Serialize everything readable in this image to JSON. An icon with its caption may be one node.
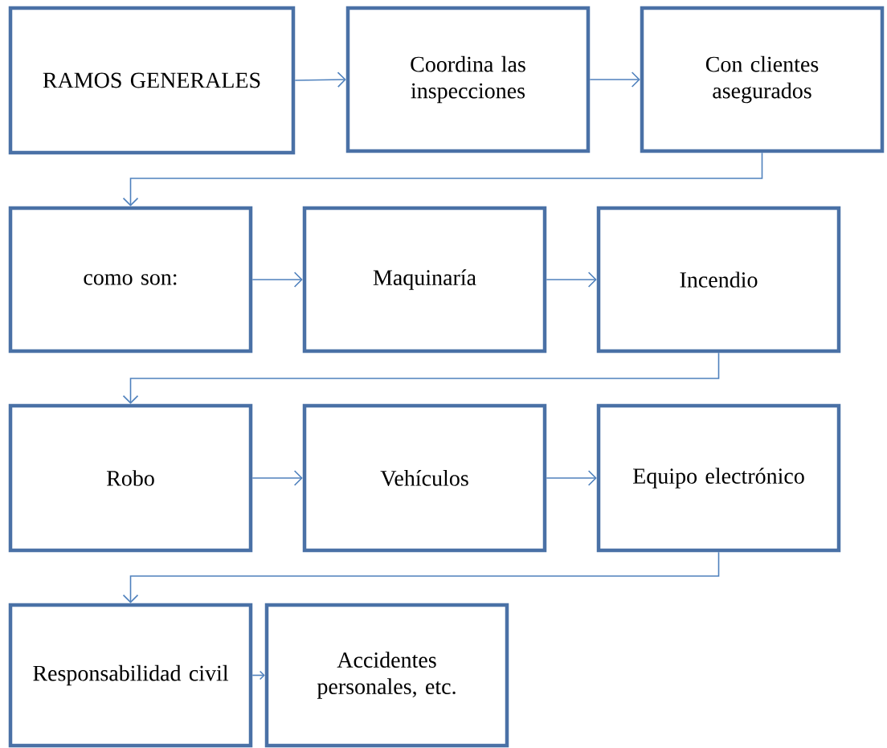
{
  "diagram": {
    "nodes": [
      {
        "text": [
          "RAMOS GENERALES"
        ]
      },
      {
        "text": [
          "Coordina las inspecciones"
        ]
      },
      {
        "text": [
          "Con clientes asegurados"
        ]
      },
      {
        "text": [
          "como son:"
        ]
      },
      {
        "text": [
          "Maquinaría"
        ]
      },
      {
        "text": [
          "Incendio"
        ]
      },
      {
        "text": [
          "Robo"
        ]
      },
      {
        "text": [
          "Vehículos"
        ]
      },
      {
        "text": [
          "Equipo electrónico"
        ]
      },
      {
        "text": [
          "Responsabilidad civil"
        ]
      },
      {
        "text": [
          "Accidentes personales, etc."
        ]
      }
    ],
    "edges": [
      {
        "from": 0,
        "to": 1,
        "arrow": "to"
      },
      {
        "from": 1,
        "to": 2,
        "arrow": "to"
      },
      {
        "from": 2,
        "to": 3,
        "arrow": "to"
      },
      {
        "from": 3,
        "to": 4,
        "arrow": "to"
      },
      {
        "from": 4,
        "to": 5,
        "arrow": "to"
      },
      {
        "from": 5,
        "to": 6,
        "arrow": "to"
      },
      {
        "from": 6,
        "to": 7,
        "arrow": "to"
      },
      {
        "from": 7,
        "to": 8,
        "arrow": "to"
      },
      {
        "from": 8,
        "to": 9,
        "arrow": "to"
      },
      {
        "from": 9,
        "to": 10,
        "arrow": "to"
      }
    ]
  }
}
